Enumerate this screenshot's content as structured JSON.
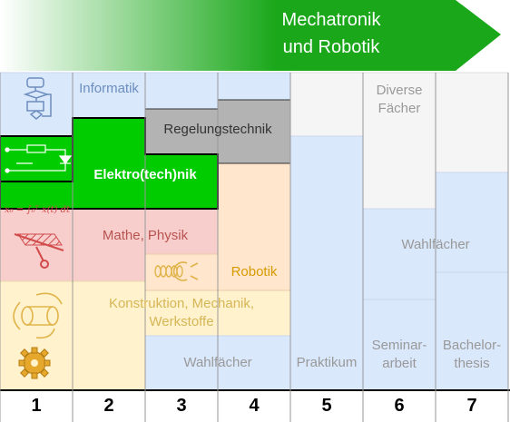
{
  "header": {
    "line1": "Mechatronik",
    "line2": "und Robotik"
  },
  "areas": {
    "informatik": "Informatik",
    "diverse_line1": "Diverse",
    "diverse_line2": "Fächer",
    "regelung": "Regelungstechnik",
    "elektro": "Elektro(tech)nik",
    "mathe": "Mathe, Physik",
    "robotik": "Robotik",
    "konstruktion_line1": "Konstruktion, Mechanik,",
    "konstruktion_line2": "Werkstoffe",
    "wahl_left": "Wahlfächer",
    "wahl_right": "Wahlfächer",
    "praktikum": "Praktikum",
    "seminar_line1": "Seminar-",
    "seminar_line2": "arbeit",
    "bachelor_line1": "Bachelor-",
    "bachelor_line2": "thesis"
  },
  "formula": "x₀ = ∫₀ᵀ x(t) dt",
  "semesters": [
    "1",
    "2",
    "3",
    "4",
    "5",
    "6",
    "7"
  ],
  "colors": {
    "arrow_green": "#1aa81a",
    "informatik_blue": "#dae8fc",
    "elektro_green": "#00cc00",
    "regelung_gray": "#b3b3b3",
    "mathe_pink": "#f8cecc",
    "robotik_peach": "#ffe6cc",
    "konstruktion_cream": "#fff2cc",
    "neutral_gray": "#f5f5f5"
  },
  "icons": [
    "flowchart-icon",
    "circuit-icon",
    "spring-icon",
    "gripper-icon",
    "cylinder-rotation-icon",
    "gear-icon",
    "hatched-support-icon"
  ]
}
